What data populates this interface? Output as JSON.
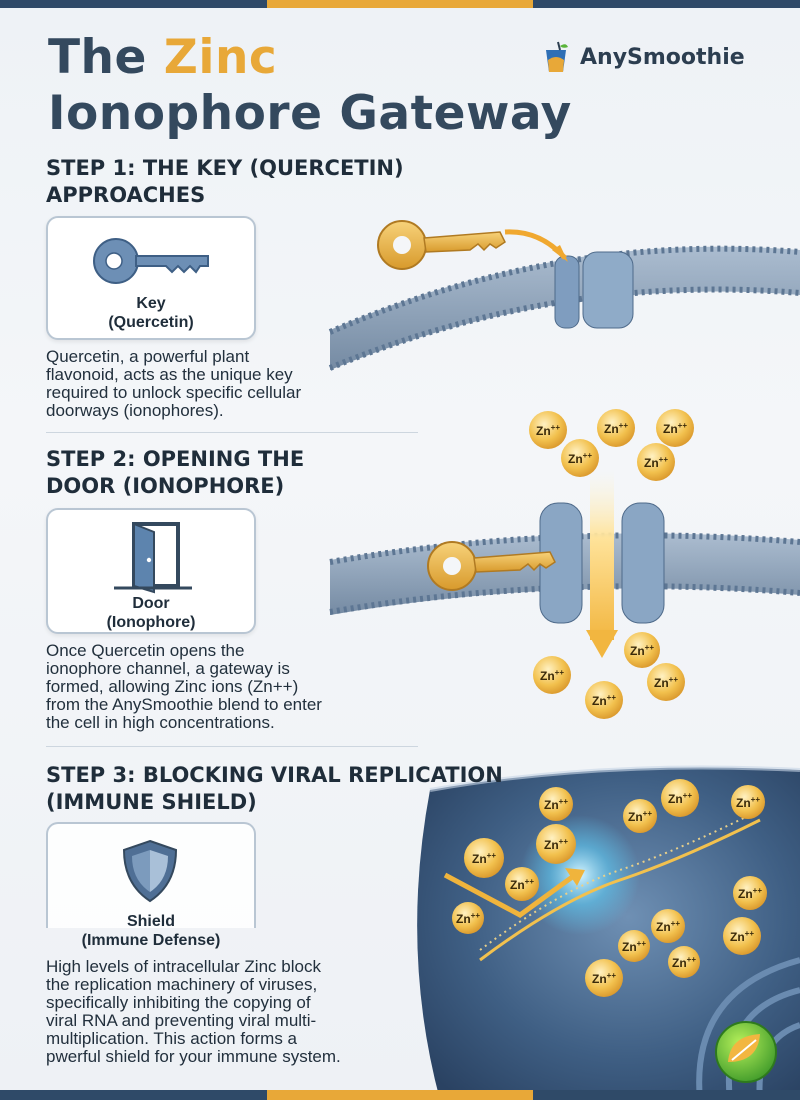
{
  "title": {
    "line1_prefix": "The ",
    "line1_accent": "Zinc",
    "line2": "Ionophore Gateway"
  },
  "brand": {
    "name": "AnySmoothie"
  },
  "steps": [
    {
      "heading_line1": "STEP 1: THE KEY (QUERCETIN)",
      "heading_line2": "APPROACHES",
      "card_label_line1": "Key",
      "card_label_line2": "(Quercetin)",
      "body_lines": [
        "Quercetin, a powerful plant",
        "flavonoid, acts as the unique key",
        "required to unlock specific cellular",
        "doorways (ionophores)."
      ]
    },
    {
      "heading_line1": "STEP 2: OPENING THE",
      "heading_line2": "DOOR (IONOPHORE)",
      "card_label_line1": "Door",
      "card_label_line2": "(Ionophore)",
      "body_lines": [
        "Once Quercetin opens the",
        "ionophore channel, a gateway is",
        "formed, allowing Zinc ions (Zn++)",
        "from the AnySmoothie blend to enter",
        "the cell in high concentrations."
      ]
    },
    {
      "heading_line1": "STEP 3: BLOCKING VIRAL REPLICATION",
      "heading_line2": "(IMMUNE SHIELD)",
      "card_label_line1": "Shield",
      "card_label_line2": "(Immune Defense)",
      "body_lines": [
        "High levels of intracellular Zinc block",
        "the replication machinery of viruses,",
        "specifically inhibiting the copying of",
        "viral RNA and preventing viral multi-",
        "multiplication. This action forms a",
        "pwerful shield for your immune system."
      ]
    }
  ],
  "ion_label": "Zn",
  "ion_charge": "++",
  "colors": {
    "accent": "#e8a838",
    "navy": "#34495e",
    "membrane": "#7f97b2",
    "channel": "#8aa6c4",
    "gold": "#f0b43c",
    "top_bar": [
      "#2f4a68",
      "#e8a838",
      "#2f4a68"
    ],
    "bottom_bar": [
      "#2f4a68",
      "#e8a838",
      "#2f4a68"
    ]
  },
  "icons": [
    "key-icon",
    "door-icon",
    "shield-icon",
    "anysmoothie-logo-icon",
    "leaf-badge-icon"
  ]
}
